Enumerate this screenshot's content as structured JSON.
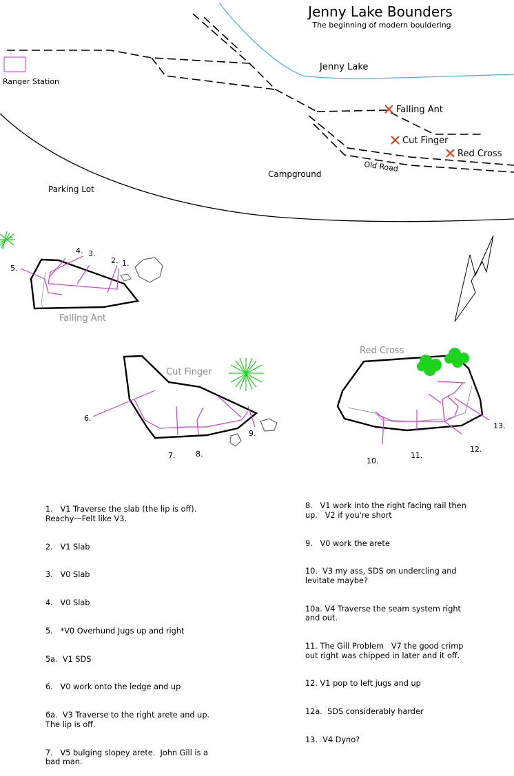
{
  "title": "Jenny Lake Bounders",
  "subtitle": "The beginning of modern bouldering",
  "map_labels": {
    "lake": "Jenny Lake",
    "ranger_station": "Ranger Station",
    "parking_lot": "Parking Lot",
    "campground": "Campground",
    "old_road": "Old Road",
    "falling_ant": "Falling Ant",
    "cut_finger": "Cut Finger",
    "red_cross": "Red Cross"
  },
  "boulders": {
    "falling_ant": {
      "name": "Falling Ant",
      "problem_numbers": [
        "5.",
        "4.",
        "3.",
        "2.",
        "1."
      ]
    },
    "cut_finger": {
      "name": "Cut Finger",
      "problem_numbers": [
        "6.",
        "7.",
        "8.",
        "9."
      ]
    },
    "red_cross": {
      "name": "Red Cross",
      "problem_numbers": [
        "10.",
        "11.",
        "12.",
        "13."
      ]
    }
  },
  "colors": {
    "lake_shore": "#3fb4dc",
    "ranger_station": "#d64fd6",
    "problem_line": "#d43cd4",
    "marker_x": "#e0441b",
    "tree_green": "#1ed31e",
    "label_gray": "#8c8c8c"
  },
  "notes_left": [
    "1.   V1 Traverse the slab (the lip is off).\nReachy—Felt like V3.",
    "2.   V1 Slab",
    "3.   V0 Slab",
    "4.   V0 Slab",
    "5.   *V0 Overhund Jugs up and right",
    "5a.  V1 SDS",
    "6.   V0 work onto the ledge and up",
    "6a.  V3 Traverse to the right arete and up.\nThe lip is off.",
    "7.   V5 bulging slopey arete.  John Gill is a\nbad man."
  ],
  "notes_right": [
    "8.   V1 work into the right facing rail then\nup.   V2 if you're short",
    "9.   V0 work the arete",
    "10.  V3 my ass, SDS on undercling and\nlevitate maybe?",
    "10a. V4 Traverse the seam system right\nand out.",
    "11. The Gill Problem   V7 the good crimp\nout right was chipped in later and it off.",
    "12. V1 pop to left jugs and up",
    "12a.  SDS considerably harder",
    "13.  V4 Dyno?"
  ]
}
